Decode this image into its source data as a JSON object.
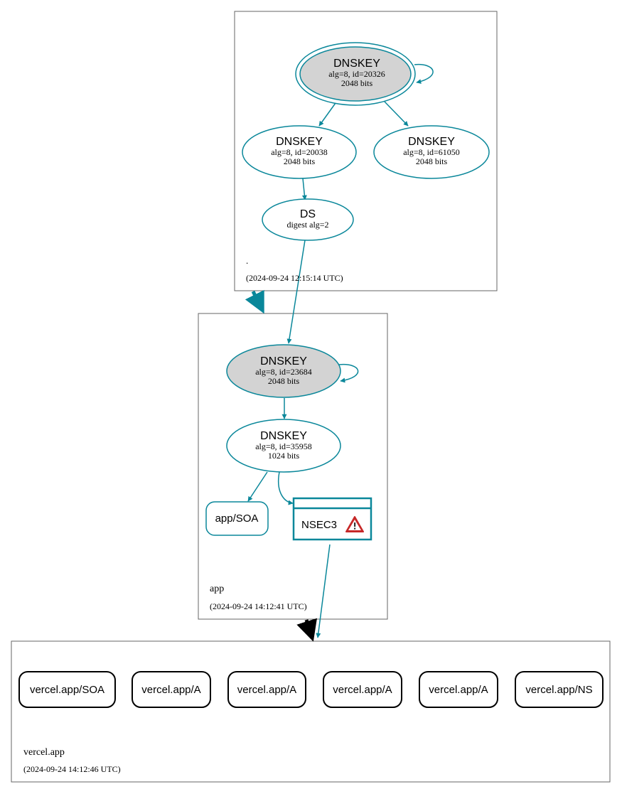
{
  "colors": {
    "teal": "#0a879a",
    "ksk_fill": "#d3d3d3",
    "black": "#000000",
    "warning_red": "#c62828"
  },
  "zones": {
    "root": {
      "name": ".",
      "timestamp": "(2024-09-24 12:15:14 UTC)",
      "ksk": {
        "title": "DNSKEY",
        "line1": "alg=8, id=20326",
        "line2": "2048 bits"
      },
      "zsk1": {
        "title": "DNSKEY",
        "line1": "alg=8, id=20038",
        "line2": "2048 bits"
      },
      "zsk2": {
        "title": "DNSKEY",
        "line1": "alg=8, id=61050",
        "line2": "2048 bits"
      },
      "ds": {
        "title": "DS",
        "line1": "digest alg=2"
      }
    },
    "app": {
      "name": "app",
      "timestamp": "(2024-09-24 14:12:41 UTC)",
      "ksk": {
        "title": "DNSKEY",
        "line1": "alg=8, id=23684",
        "line2": "2048 bits"
      },
      "zsk": {
        "title": "DNSKEY",
        "line1": "alg=8, id=35958",
        "line2": "1024 bits"
      },
      "soa": {
        "label": "app/SOA"
      },
      "nsec3": {
        "label": "NSEC3",
        "warning_icon": "warning-triangle-icon"
      }
    },
    "vercel": {
      "name": "vercel.app",
      "timestamp": "(2024-09-24 14:12:46 UTC)",
      "records": [
        "vercel.app/SOA",
        "vercel.app/A",
        "vercel.app/A",
        "vercel.app/A",
        "vercel.app/A",
        "vercel.app/NS"
      ]
    }
  }
}
